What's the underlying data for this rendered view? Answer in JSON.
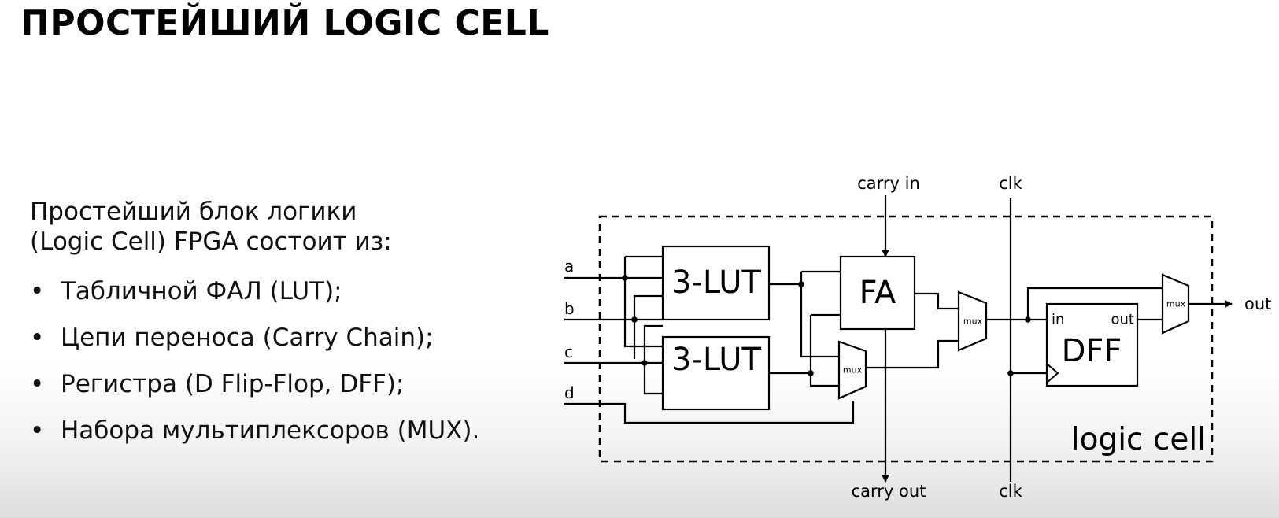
{
  "slide": {
    "title": "ПРОСТЕЙШИЙ LOGIC CELL",
    "intro": [
      "Простейший блок логики",
      "(Logic Cell) FPGA состоит из:"
    ],
    "bullets": [
      "Табличной ФАЛ (LUT);",
      "Цепи переноса (Carry Chain);",
      "Регистра (D Flip-Flop, DFF);",
      "Набора мультиплексоров (MUX)."
    ]
  },
  "diagram": {
    "inputs": [
      "a",
      "b",
      "c",
      "d"
    ],
    "lut_top": "3-LUT",
    "lut_bottom": "3-LUT",
    "fa": "FA",
    "mux": "mux",
    "dff": "DFF",
    "dff_in": "in",
    "dff_out": "out",
    "output": "out",
    "carry_in": "carry in",
    "carry_out": "carry out",
    "clk_top": "clk",
    "clk_bottom": "clk",
    "cell_label": "logic cell"
  }
}
